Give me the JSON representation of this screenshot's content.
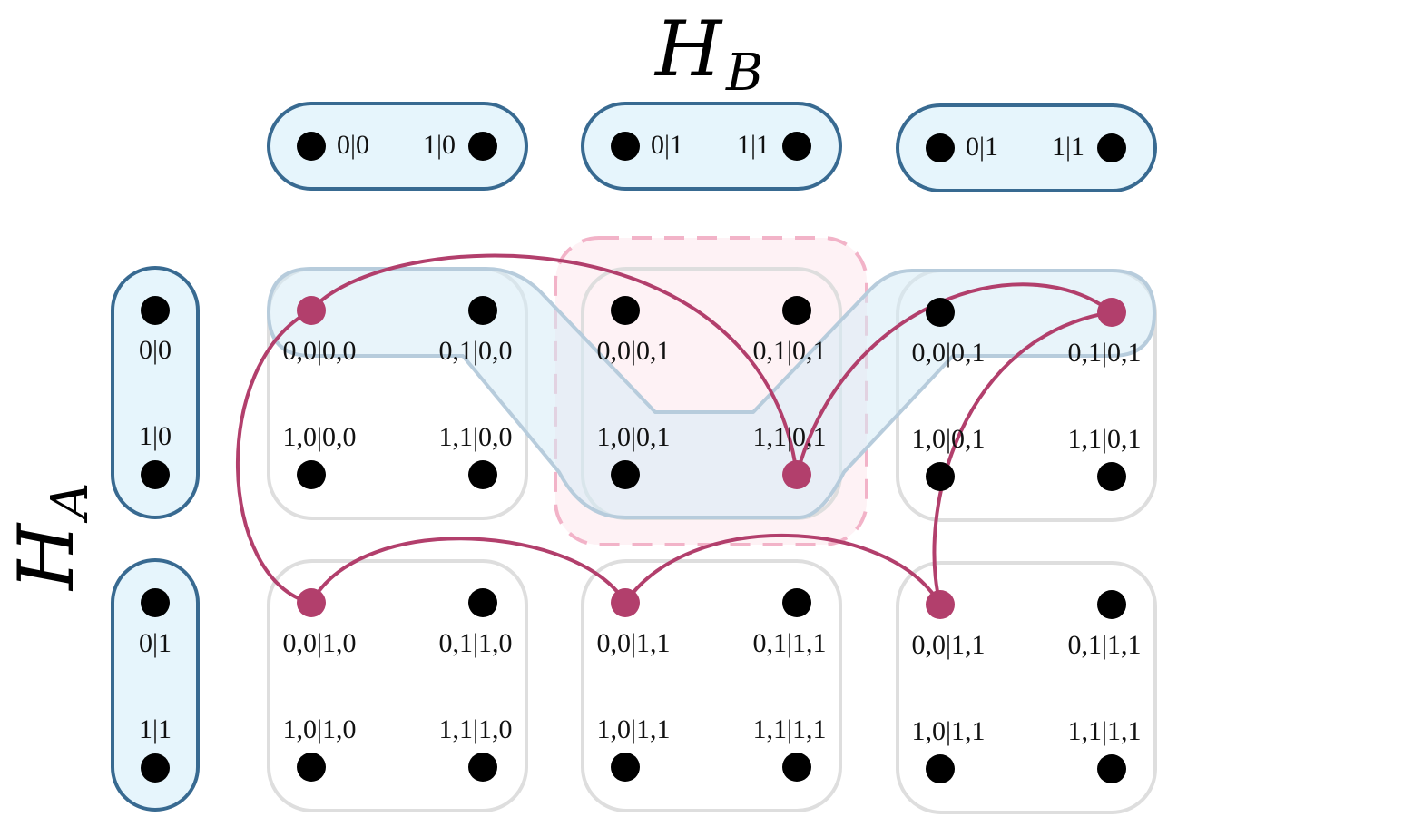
{
  "titles": {
    "hb_main": "H",
    "hb_sub": "B",
    "ha_main": "H",
    "ha_sub": "A"
  },
  "colors": {
    "group_fill": "#e6f5fc",
    "group_stroke": "#386a91",
    "cell_stroke": "#dedede",
    "edge": "#b23f6c",
    "highlight_fill": "#fdeef2",
    "highlight_stroke": "#f2b3c8",
    "node": "#000000"
  },
  "hb_groups": [
    {
      "left": "0|0",
      "right": "1|0"
    },
    {
      "left": "0|1",
      "right": "1|1"
    },
    {
      "left": "0|1",
      "right": "1|1"
    }
  ],
  "ha_groups": [
    {
      "top": "0|0",
      "bottom": "1|0"
    },
    {
      "top": "0|1",
      "bottom": "1|1"
    }
  ],
  "cells": [
    [
      "0,0|0,0",
      "0,1|0,0",
      "1,0|0,0",
      "1,1|0,0"
    ],
    [
      "0,0|0,1",
      "0,1|0,1",
      "1,0|0,1",
      "1,1|0,1"
    ],
    [
      "0,0|0,1",
      "0,1|0,1",
      "1,0|0,1",
      "1,1|0,1"
    ],
    [
      "0,0|1,0",
      "0,1|1,0",
      "1,0|1,0",
      "1,1|1,0"
    ],
    [
      "0,0|1,1",
      "0,1|1,1",
      "1,0|1,1",
      "1,1|1,1"
    ],
    [
      "0,0|1,1",
      "0,1|1,1",
      "1,0|1,1",
      "1,1|1,1"
    ]
  ]
}
